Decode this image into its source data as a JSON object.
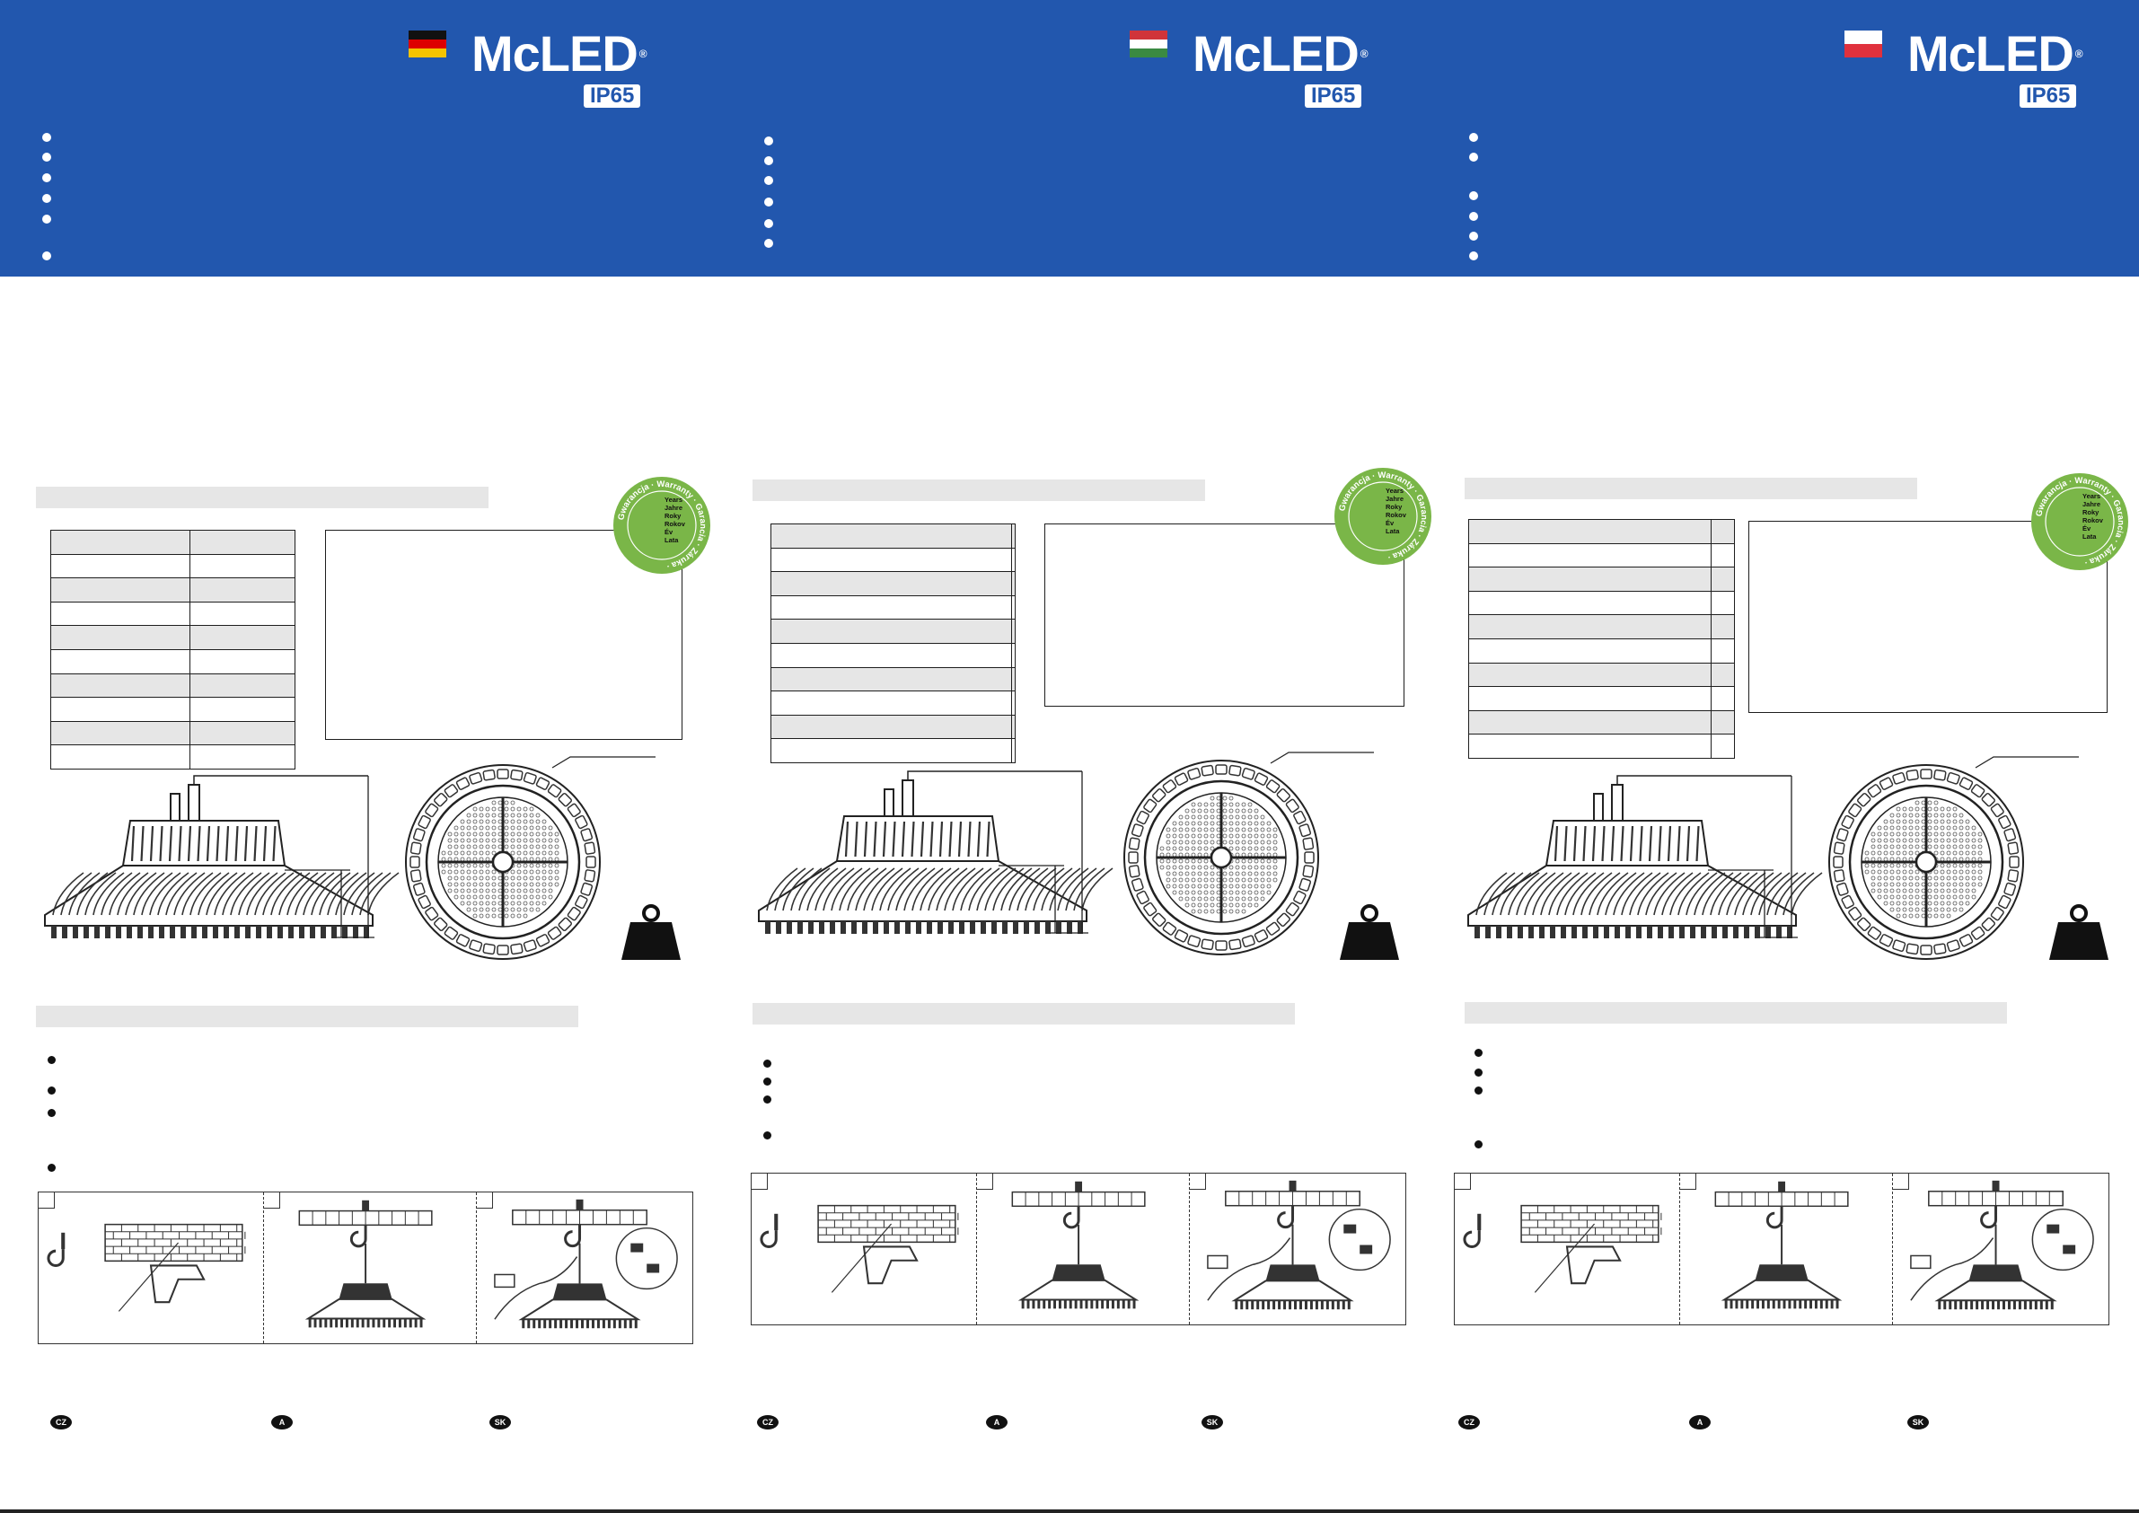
{
  "colors": {
    "brand_blue": "#2257ae",
    "bar_gray": "#e6e6e6",
    "seal_green": "#7ab648"
  },
  "brand": {
    "name": "McLED",
    "reg": "®",
    "rating": "IP65"
  },
  "panels": [
    {
      "flag": "flag-germany",
      "warranty_seal": {
        "ring_words": [
          "Gwarancja",
          "Warranty",
          "Garancia",
          "Záruka"
        ],
        "years_labels": [
          "Years",
          "Jahre",
          "Roky",
          "Rokov",
          "Év",
          "Lata"
        ]
      }
    },
    {
      "flag": "flag-hungary",
      "warranty_seal": {
        "ring_words": [
          "Gwarancja",
          "Warranty",
          "Garancia",
          "Záruka"
        ],
        "years_labels": [
          "Years",
          "Jahre",
          "Roky",
          "Rokov",
          "Év",
          "Lata"
        ]
      }
    },
    {
      "flag": "flag-poland",
      "warranty_seal": {
        "ring_words": [
          "Gwarancja",
          "Warranty",
          "Garancia",
          "Záruka"
        ],
        "years_labels": [
          "Years",
          "Jahre",
          "Roky",
          "Rokov",
          "Év",
          "Lata"
        ]
      }
    }
  ],
  "country_codes": [
    "CZ",
    "A",
    "SK"
  ],
  "icons": [
    "hook-icon",
    "brick-wall-icon",
    "drill-icon",
    "high-bay-lamp-icon",
    "connector-icon",
    "weight-icon"
  ]
}
